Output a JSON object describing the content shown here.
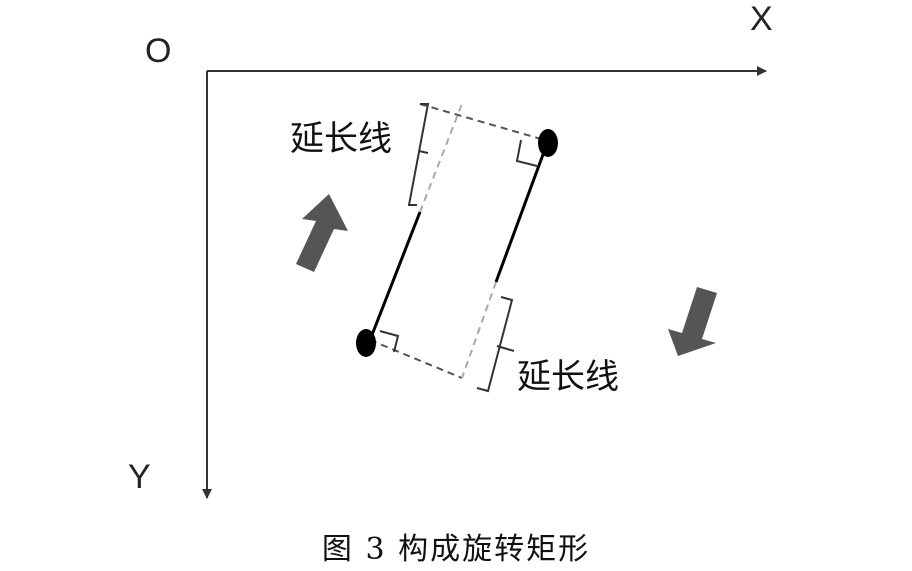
{
  "axes": {
    "origin_label": "O",
    "x_label": "X",
    "y_label": "Y"
  },
  "labels": {
    "extension_top": "延长线",
    "extension_bottom": "延长线"
  },
  "caption": "图 3 构成旋转矩形",
  "colors": {
    "axis": "#333333",
    "solid_line": "#000000",
    "dashed_dark": "#555555",
    "dashed_light": "#aaaaaa",
    "arrow_fill": "#555555"
  }
}
